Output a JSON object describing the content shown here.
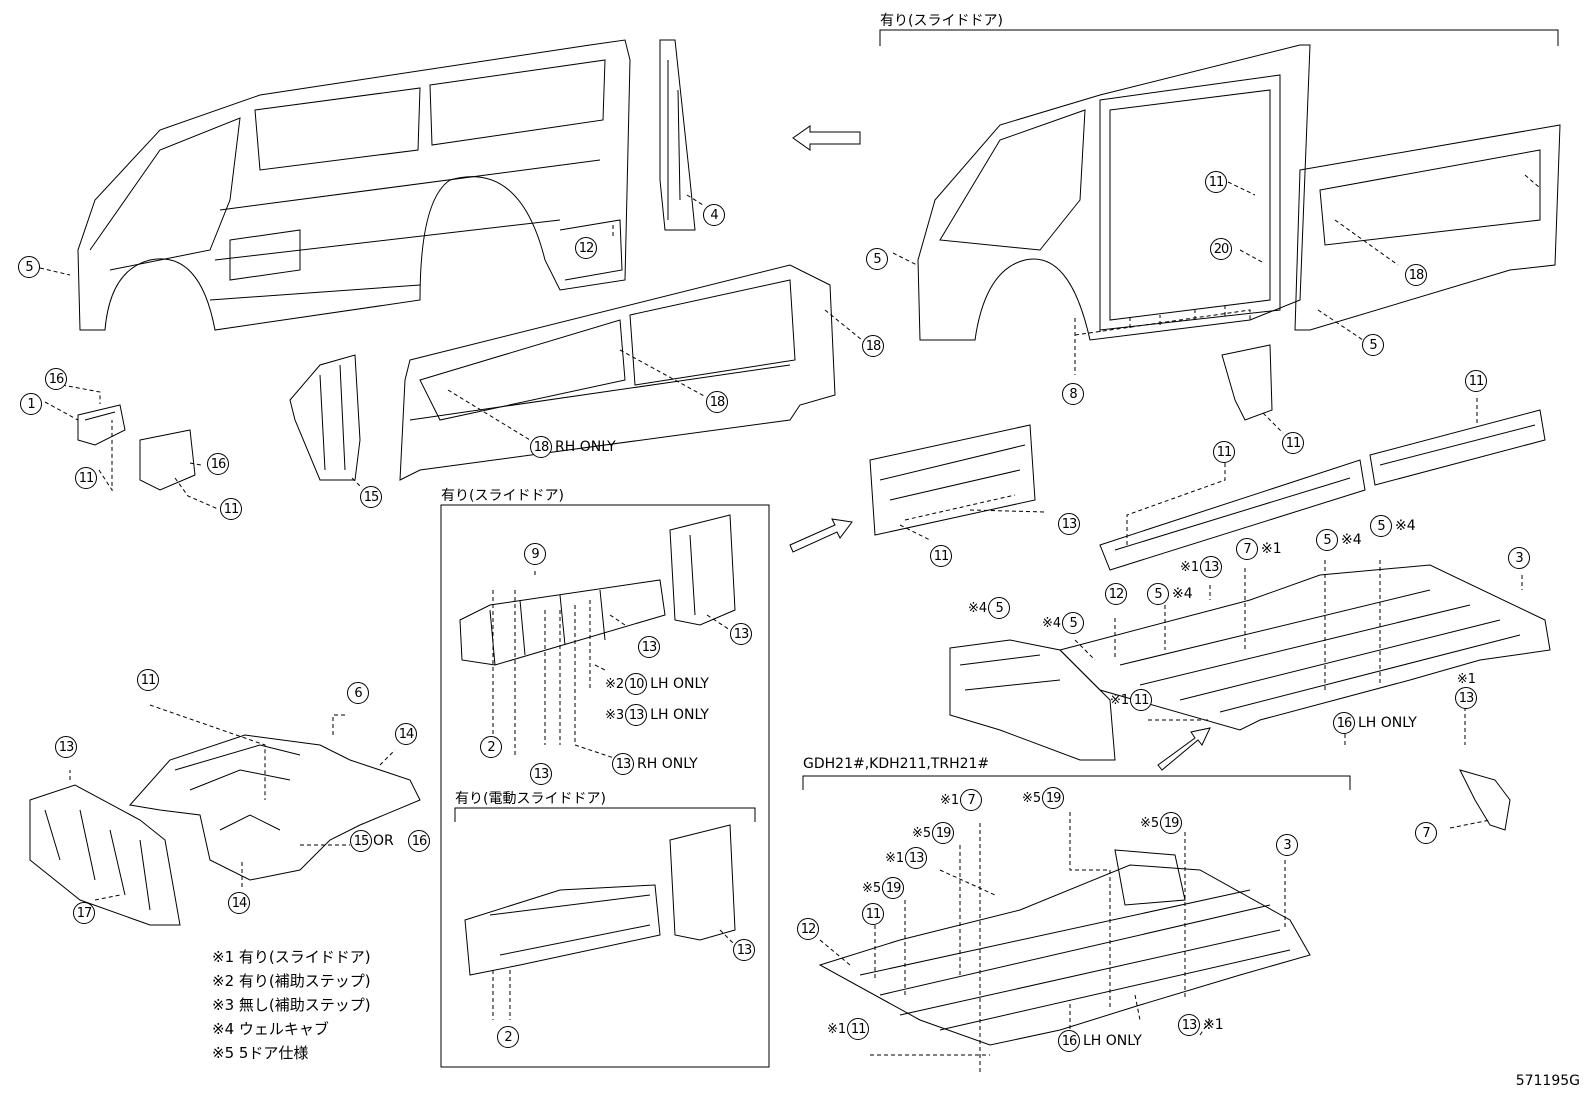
{
  "captions": {
    "slide_door_top": "有り(スライドドア)",
    "slide_door_box": "有り(スライドドア)",
    "power_slide_door_box": "有り(電動スライドドア)",
    "models": "GDH21#,KDH211,TRH21#"
  },
  "callouts": [
    {
      "id": "c1",
      "num": "5"
    },
    {
      "id": "c2",
      "num": "4"
    },
    {
      "id": "c3",
      "num": "12"
    },
    {
      "id": "c4",
      "num": "16"
    },
    {
      "id": "c5",
      "num": "1"
    },
    {
      "id": "c6",
      "num": "11"
    },
    {
      "id": "c7",
      "num": "16"
    },
    {
      "id": "c8",
      "num": "11"
    },
    {
      "id": "c9",
      "num": "15"
    },
    {
      "id": "c10",
      "num": "18"
    },
    {
      "id": "c11",
      "num": "18"
    },
    {
      "id": "c12",
      "num": "18",
      "suffix": "RH ONLY"
    },
    {
      "id": "c13",
      "num": "5"
    },
    {
      "id": "c14",
      "num": "11"
    },
    {
      "id": "c15",
      "num": "20"
    },
    {
      "id": "c16",
      "num": "18"
    },
    {
      "id": "c17",
      "num": "5"
    },
    {
      "id": "c18",
      "num": "8"
    },
    {
      "id": "c19",
      "num": "11"
    },
    {
      "id": "c20",
      "num": "11"
    },
    {
      "id": "c21",
      "num": "11"
    },
    {
      "id": "c22",
      "num": "13"
    },
    {
      "id": "c23",
      "num": "11"
    },
    {
      "id": "c24",
      "num": "7",
      "suffix": "※1"
    },
    {
      "id": "c25",
      "num": "5",
      "suffix": "※4"
    },
    {
      "id": "c26",
      "num": "5",
      "suffix": "※4"
    },
    {
      "id": "c27",
      "num": "3"
    },
    {
      "id": "c28",
      "num": "13",
      "prefix": "※1"
    },
    {
      "id": "c29",
      "num": "12"
    },
    {
      "id": "c30",
      "num": "5",
      "suffix": "※4"
    },
    {
      "id": "c31",
      "num": "5",
      "prefix": "※4"
    },
    {
      "id": "c32",
      "num": "5",
      "prefix": "※4"
    },
    {
      "id": "c33",
      "num": "11",
      "prefix": "※1"
    },
    {
      "id": "c34",
      "num": "16",
      "suffix": "LH ONLY"
    },
    {
      "id": "c35",
      "num": "13",
      "prefix": "※1"
    },
    {
      "id": "c36",
      "num": "7"
    },
    {
      "id": "c37",
      "num": "9"
    },
    {
      "id": "c38",
      "num": "13"
    },
    {
      "id": "c39",
      "num": "13"
    },
    {
      "id": "c40",
      "num": "10",
      "prefix": "※2",
      "suffix": "LH ONLY"
    },
    {
      "id": "c41",
      "num": "13",
      "prefix": "※3",
      "suffix": "LH ONLY"
    },
    {
      "id": "c42",
      "num": "2"
    },
    {
      "id": "c43",
      "num": "13"
    },
    {
      "id": "c44",
      "num": "13",
      "suffix": "RH  ONLY"
    },
    {
      "id": "c45",
      "num": "13"
    },
    {
      "id": "c46",
      "num": "2"
    },
    {
      "id": "c47",
      "num": "11"
    },
    {
      "id": "c48",
      "num": "6"
    },
    {
      "id": "c49",
      "num": "14"
    },
    {
      "id": "c50",
      "num": "13"
    },
    {
      "id": "c51",
      "num": "15",
      "suffix": "OR"
    },
    {
      "id": "c52",
      "num": "16"
    },
    {
      "id": "c53",
      "num": "14"
    },
    {
      "id": "c54",
      "num": "17"
    },
    {
      "id": "c55",
      "num": "7",
      "prefix": "※1"
    },
    {
      "id": "c56",
      "num": "19",
      "prefix": "※5"
    },
    {
      "id": "c57",
      "num": "19",
      "prefix": "※5"
    },
    {
      "id": "c58",
      "num": "19",
      "prefix": "※5"
    },
    {
      "id": "c59",
      "num": "13",
      "prefix": "※1"
    },
    {
      "id": "c60",
      "num": "3"
    },
    {
      "id": "c61",
      "num": "19",
      "prefix": "※5"
    },
    {
      "id": "c62",
      "num": "12"
    },
    {
      "id": "c63",
      "num": "11"
    },
    {
      "id": "c64",
      "num": "11",
      "prefix": "※1"
    },
    {
      "id": "c65",
      "num": "16",
      "suffix": "LH ONLY"
    },
    {
      "id": "c66",
      "num": "13",
      "suffix": "※1"
    }
  ],
  "notes": [
    "※1 有り(スライドドア)",
    "※2 有り(補助ステップ)",
    "※3 無し(補助ステップ)",
    "※4 ウェルキャブ",
    "※5 5ドア仕様"
  ],
  "diagram_code": "571195G"
}
